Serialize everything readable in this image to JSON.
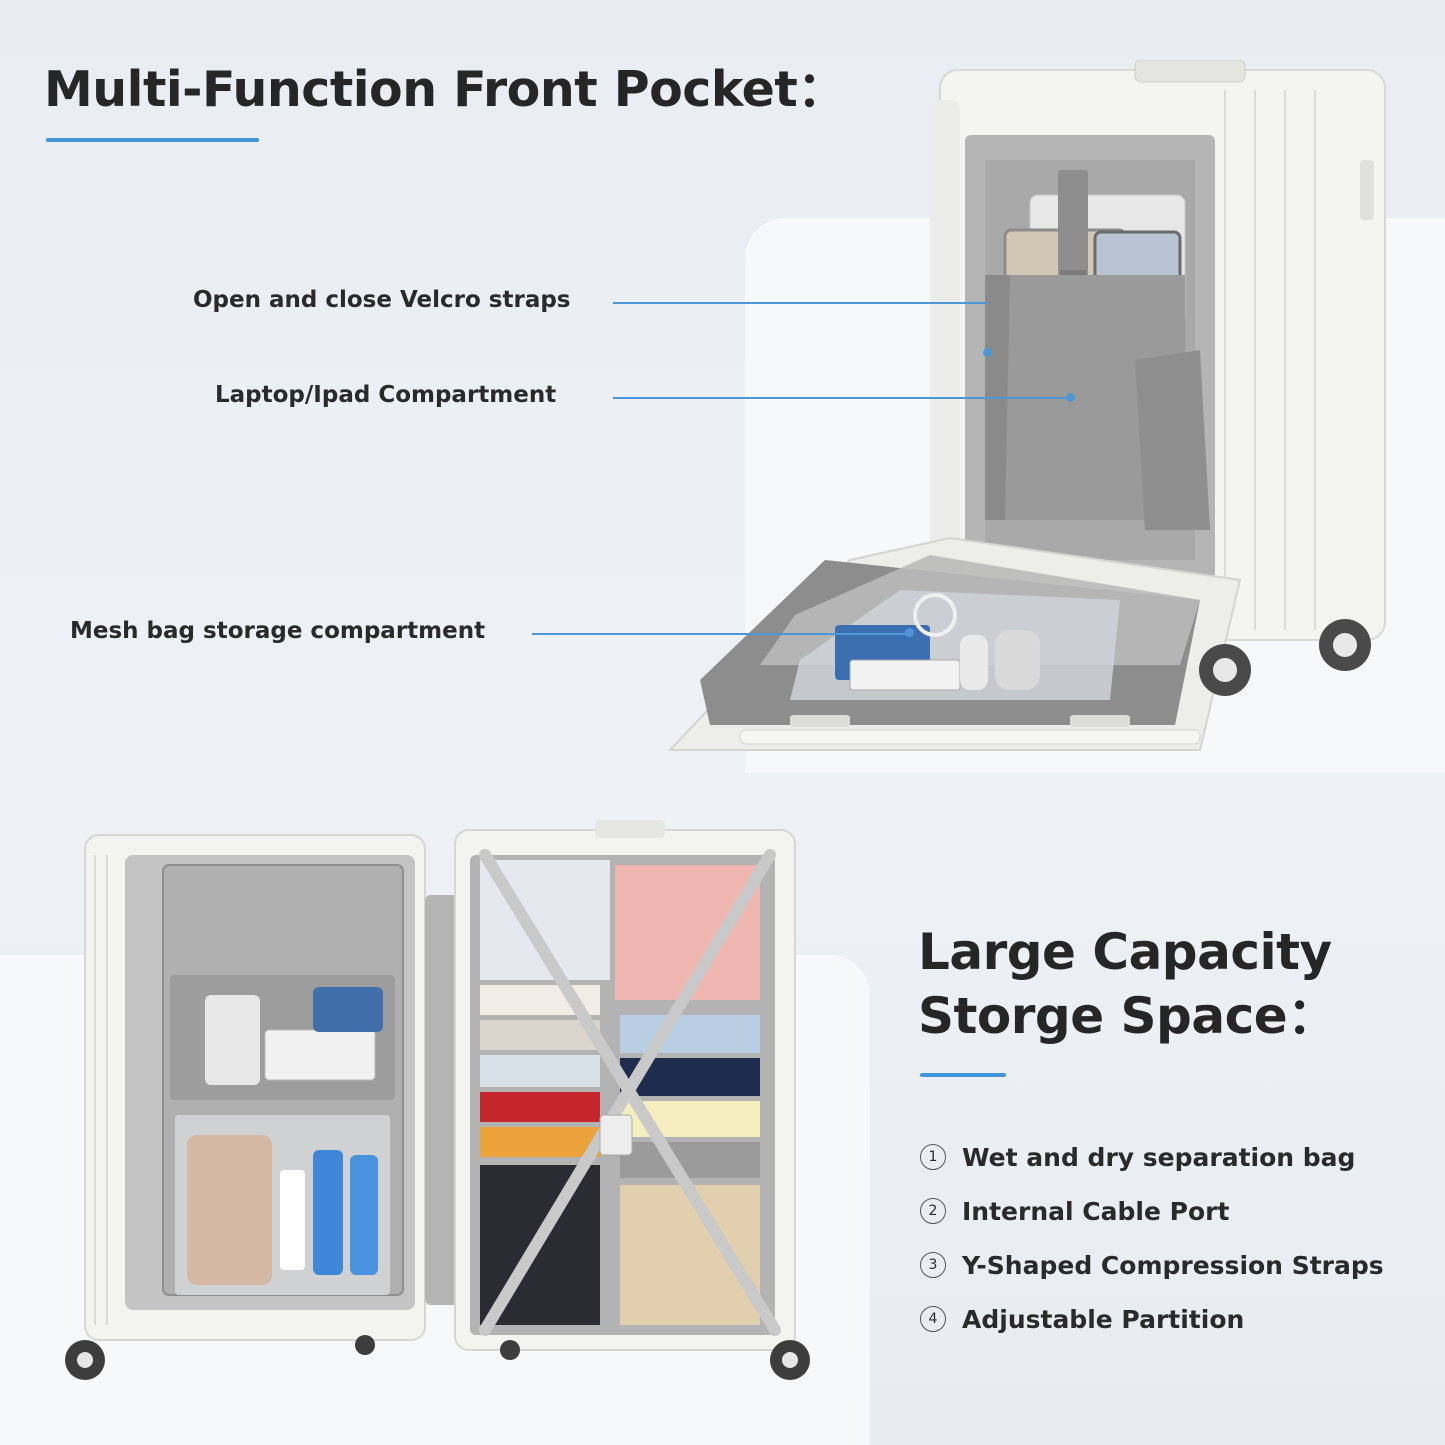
{
  "section_front": {
    "title": "Multi-Function Front Pocket：",
    "callouts": [
      {
        "label": "Open and close Velcro straps"
      },
      {
        "label": "Laptop/Ipad Compartment"
      },
      {
        "label": "Mesh bag storage compartment"
      }
    ]
  },
  "section_capacity": {
    "title_line1": "Large Capacity",
    "title_line2": "Storge Space：",
    "features": [
      {
        "num": "1",
        "label": "Wet and dry separation bag"
      },
      {
        "num": "2",
        "label": "Internal Cable Port"
      },
      {
        "num": "3",
        "label": "Y-Shaped Compression Straps"
      },
      {
        "num": "4",
        "label": "Adjustable Partition"
      }
    ]
  },
  "colors": {
    "accent": "#3f95d8",
    "text": "#262626",
    "suitcase_shell": "#f2f2ef",
    "lining": "#9d9d9d"
  },
  "icons": [
    "suitcase-front-pocket-icon",
    "suitcase-open-interior-icon"
  ]
}
